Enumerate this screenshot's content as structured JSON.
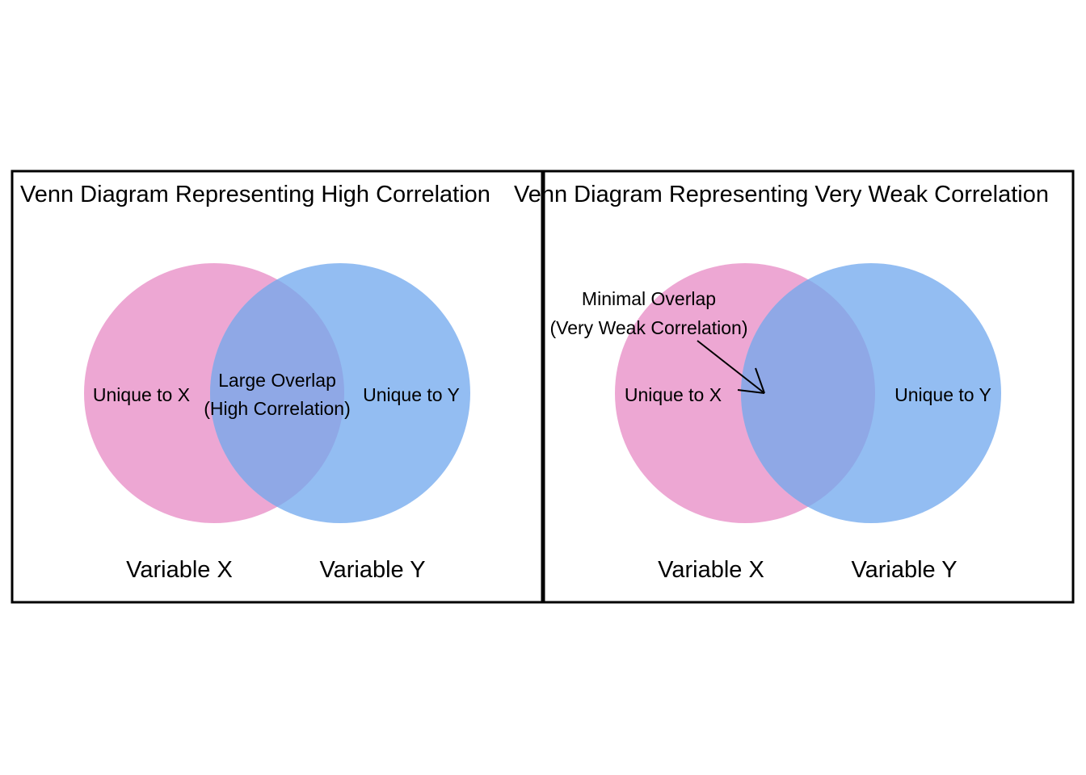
{
  "colors": {
    "x_circle": "#EDA7D3",
    "y_circle": "#93BDF2",
    "overlap": "#8FA8E6"
  },
  "panels": [
    {
      "title": "Venn Diagram Representing High Correlation",
      "unique_x": "Unique to X",
      "unique_y": "Unique to Y",
      "overlap_line1": "Large Overlap",
      "overlap_line2": "(High Correlation)",
      "var_x": "Variable X",
      "var_y": "Variable Y"
    },
    {
      "title": "Venn Diagram Representing Very Weak Correlation",
      "unique_x": "Unique to X",
      "unique_y": "Unique to Y",
      "overlap_line1": "Minimal Overlap",
      "overlap_line2": "(Very Weak Correlation)",
      "var_x": "Variable X",
      "var_y": "Variable Y"
    }
  ]
}
